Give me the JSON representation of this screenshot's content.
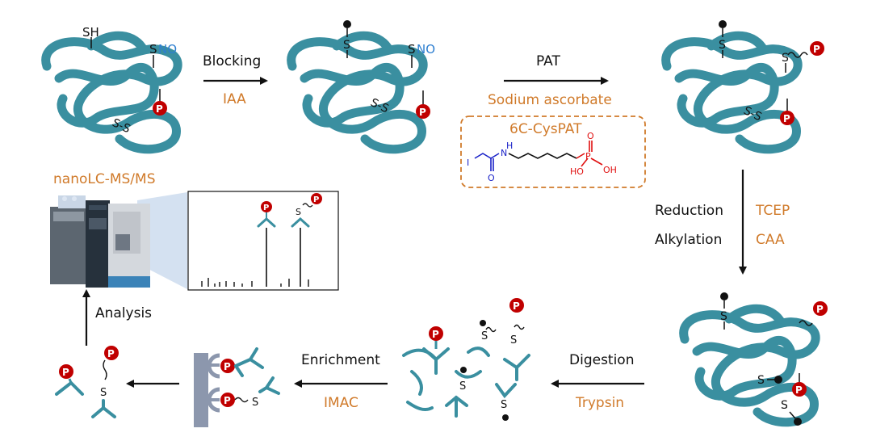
{
  "colors": {
    "protein": "#3a8fa0",
    "phospho": "#c00000",
    "reagent": "#d07a2a",
    "no_group": "#2e7fd0",
    "chem_blue": "#1a22c8",
    "chem_red": "#e01010",
    "text": "#111111"
  },
  "labels": {
    "sh": "SH",
    "s": "S",
    "no": "NO",
    "ss": "S-S",
    "p": "P"
  },
  "steps": {
    "blocking": {
      "action": "Blocking",
      "reagent": "IAA"
    },
    "pat": {
      "action": "PAT",
      "reagent": "Sodium ascorbate"
    },
    "probe": {
      "name": "6C-CysPAT"
    },
    "reduction": {
      "action": "Reduction",
      "reagent": "TCEP"
    },
    "alkylation": {
      "action": "Alkylation",
      "reagent": "CAA"
    },
    "digestion": {
      "action": "Digestion",
      "reagent": "Trypsin"
    },
    "enrichment": {
      "action": "Enrichment",
      "reagent": "IMAC"
    },
    "analysis": {
      "action": "Analysis"
    },
    "ms": {
      "name": "nanoLC-MS/MS"
    }
  },
  "chem": {
    "i": "I",
    "n": "N",
    "h": "H",
    "o": "O",
    "p": "P",
    "oh": "OH",
    "ho": "HO"
  },
  "icons": [
    "protein-coil-icon",
    "phosphate-icon",
    "alkyl-cap-icon",
    "mass-spectrometer-icon",
    "spectrum-icon",
    "imac-bead-icon",
    "arrow-icon"
  ]
}
